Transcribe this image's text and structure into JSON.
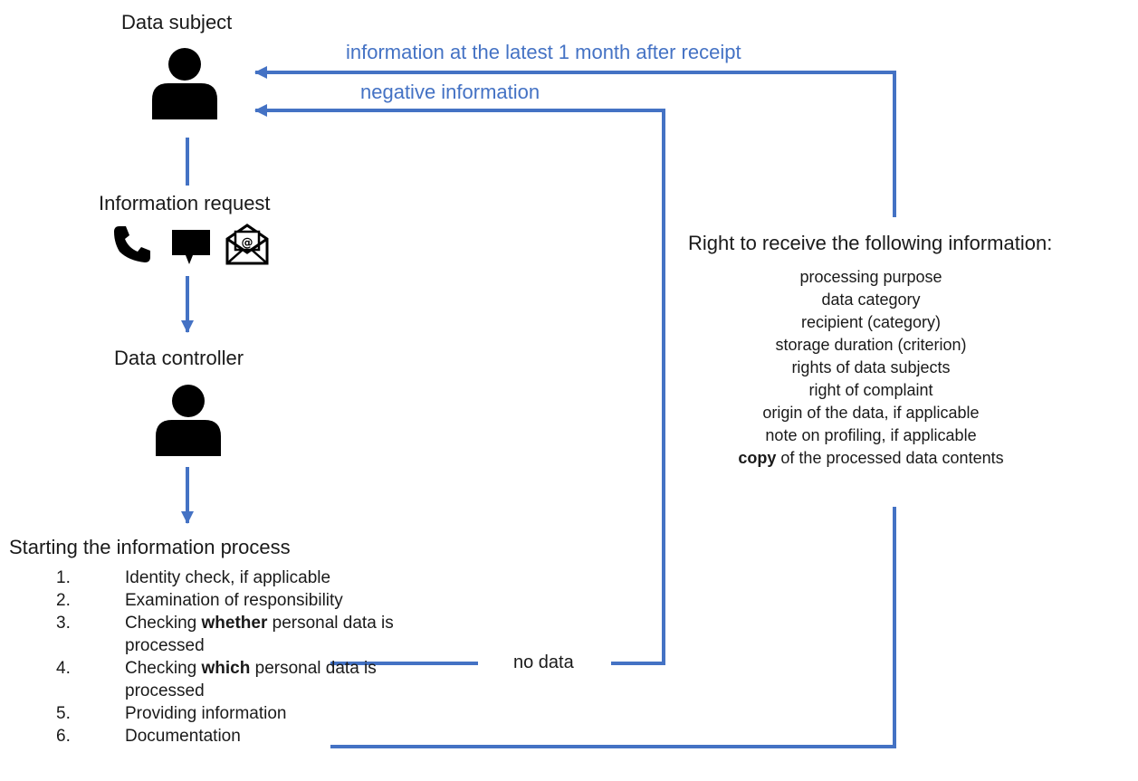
{
  "subject": {
    "title": "Data subject"
  },
  "request": {
    "title": "Information request"
  },
  "controller": {
    "title": "Data controller"
  },
  "process": {
    "title": "Starting the information process",
    "steps": [
      {
        "num": "1.",
        "text": "Identity check, if applicable"
      },
      {
        "num": "2.",
        "text": "Examination of responsibility"
      },
      {
        "num": "3.",
        "pre": "Checking ",
        "bold": "whether",
        "post": " personal data is processed"
      },
      {
        "num": "4.",
        "pre": "Checking ",
        "bold": "which",
        "post": " personal data is processed"
      },
      {
        "num": "5.",
        "text": "Providing information"
      },
      {
        "num": "6.",
        "text": "Documentation"
      }
    ]
  },
  "flows": {
    "info_deadline": "information at the latest 1 month after receipt",
    "negative": "negative information",
    "no_data": "no data"
  },
  "rights": {
    "title": "Right to receive the following information:",
    "items": [
      "processing purpose",
      "data category",
      "recipient (category)",
      "storage duration (criterion)",
      "rights of data subjects",
      "right of complaint",
      "origin of the data, if applicable",
      "note on profiling, if applicable"
    ],
    "last_bold": "copy",
    "last_rest": " of the processed data contents"
  },
  "colors": {
    "line": "#4472c4",
    "icon": "#000000"
  },
  "icons": [
    "person-icon",
    "phone-icon",
    "chat-bubble-icon",
    "email-envelope-icon",
    "person-icon"
  ]
}
